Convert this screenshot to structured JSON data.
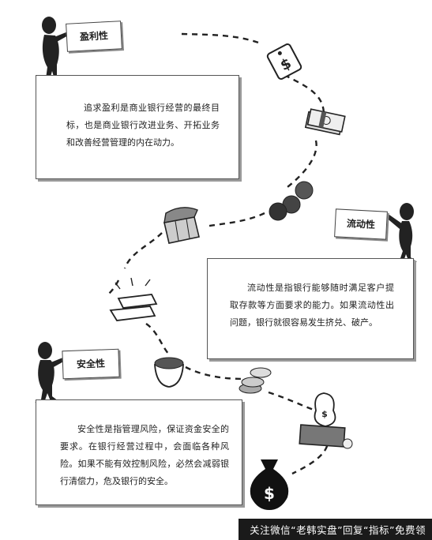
{
  "sections": [
    {
      "title": "盈利性",
      "text": "追求盈利是商业银行经营的最终目标，也是商业银行改进业务、开拓业务和改善经营管理的内在动力。"
    },
    {
      "title": "流动性",
      "text": "流动性是指银行能够随时满足客户提取存款等方面要求的能力。如果流动性出问题，银行就很容易发生挤兑、破产。"
    },
    {
      "title": "安全性",
      "text": "安全性是指管理风险，保证资金安全的要求。在银行经营过程中，会面临各种风险。如果不能有效控制风险，必然会减弱银行清偿力，危及银行的安全。"
    }
  ],
  "icons": [
    "price-tag-icon",
    "cash-bundle-icon",
    "coins-icon",
    "treasure-chest-icon",
    "gold-bars-icon",
    "coin-pot-icon",
    "coin-stack-icon",
    "money-bag-with-cash-icon",
    "dollar-bag-icon",
    "figure-holding-sign-icon"
  ],
  "footer": {
    "text": "关注微信“老韩实盘”回复“指标”免费领"
  }
}
